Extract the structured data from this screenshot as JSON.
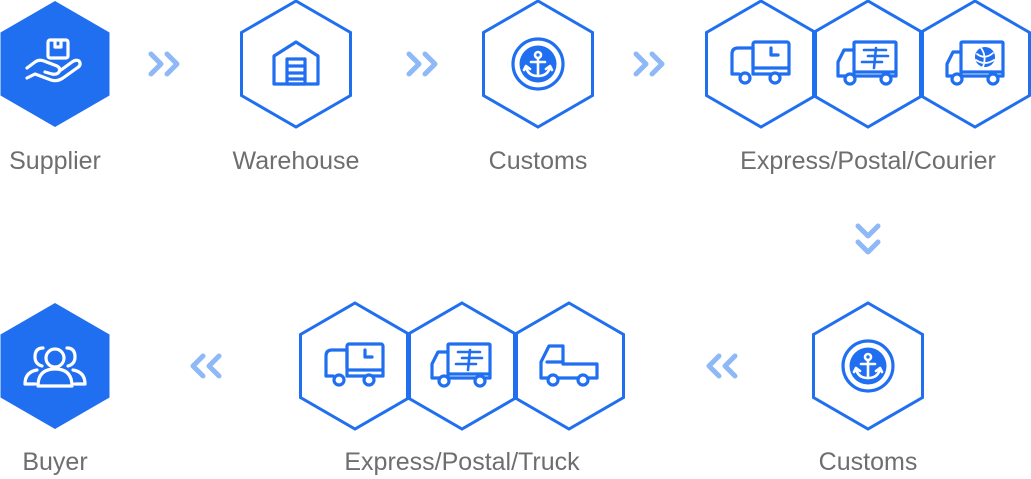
{
  "labels": {
    "supplier": "Supplier",
    "warehouse": "Warehouse",
    "customs_top": "Customs",
    "express_postal_courier": "Express/Postal/Courier",
    "buyer": "Buyer",
    "express_postal_truck": "Express/Postal/Truck",
    "customs_bottom": "Customs"
  },
  "colors": {
    "accent": "#1f6ff0",
    "arrow": "#8fb8f7",
    "label": "#6e6e6e",
    "background": "#ffffff"
  },
  "icons": {
    "supplier": "hand-box-icon",
    "warehouse": "warehouse-icon",
    "customs": "anchor-icon",
    "express": "clock-truck-icon",
    "postal": "postal-truck-icon",
    "courier": "globe-truck-icon",
    "truck": "pickup-truck-icon",
    "buyer": "users-icon"
  }
}
